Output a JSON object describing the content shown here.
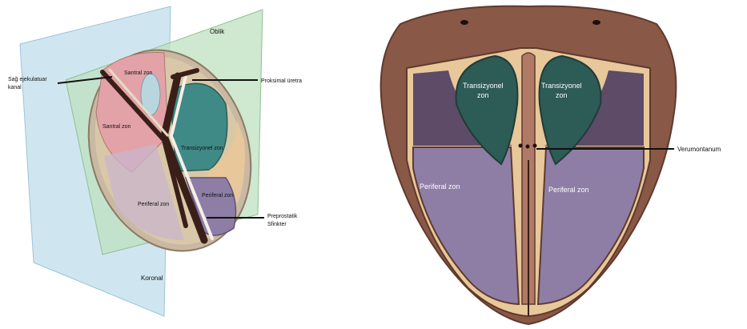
{
  "left_figure": {
    "plane_oblique": "Oblik",
    "plane_coronal": "Koronal",
    "right_ejac_duct_line1": "Sağ ejekulatuar",
    "right_ejac_duct_line2": "kanal",
    "central_zone_top": "Santral zon",
    "central_zone_left": "Santral zon",
    "proximal_urethra": "Proksimal üretra",
    "transition_zone": "Transizyonel zon",
    "peripheral_zone_center": "Periferal zon",
    "peripheral_zone_right": "Periferal zon",
    "preprostatic_line1": "Preprostatik",
    "preprostatic_line2": "Sfinkter"
  },
  "right_figure": {
    "transition_left_line1": "Transizyonel",
    "transition_left_line2": "zon",
    "transition_right_line1": "Transizyonel",
    "transition_right_line2": "zon",
    "peripheral_left": "Periferal zon",
    "peripheral_right": "Periferal zon",
    "verumontanum": "Verumontanum"
  },
  "colors": {
    "plane_blue": "#cfe6f0",
    "plane_green": "#bfe0c0",
    "central_zone": "#e3a2a8",
    "transition_zone": "#3f8a86",
    "transition_dark": "#2d5b55",
    "peripheral_zone": "#8e7ea6",
    "capsule_tan": "#e8c79a",
    "capsule_brown": "#7a4b3a",
    "urethra_dark": "#3a1f18"
  }
}
